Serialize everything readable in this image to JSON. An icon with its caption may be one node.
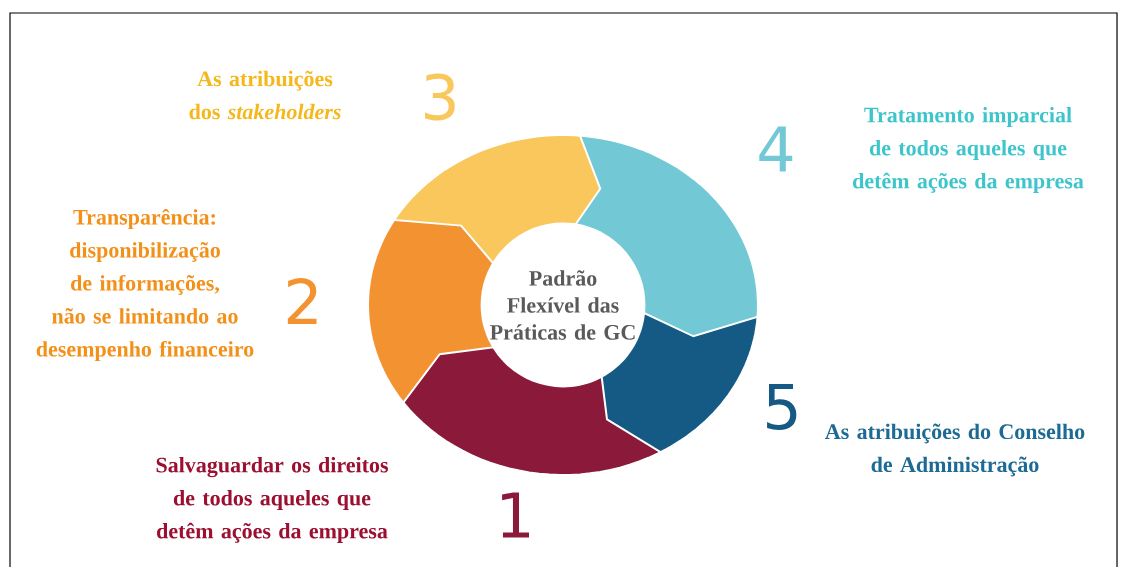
{
  "diagram": {
    "nodes": [
      {
        "text": [
          "Padrão Flexível das Práticas de GC"
        ]
      }
    ],
    "labels": [
      "As atribuições dos *stakeholders*",
      "3",
      "Tratamento imparcial de todos aqueles que detêm ações da empresa",
      "4",
      "Transparência: disponibilização de informações, não se limitando ao desempenho financeiro",
      "2",
      "5",
      "As atribuições do Conselho de Administração",
      "Salvaguardar os direitos de todos aqueles que detêm ações da empresa",
      "1"
    ]
  }
}
